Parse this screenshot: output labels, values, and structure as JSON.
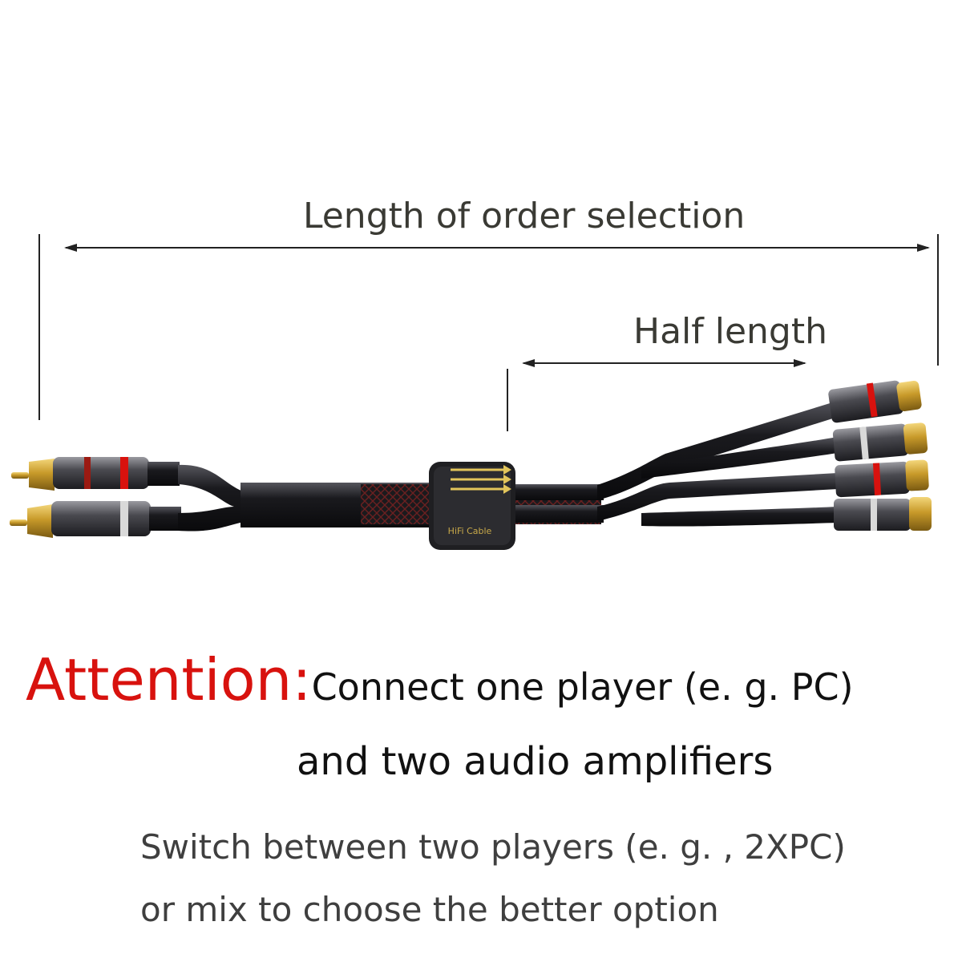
{
  "dimension_labels": {
    "full": "Length of order selection",
    "half": "Half length"
  },
  "attention": {
    "label": "Attention:",
    "text": "Connect one player (e. g. PC)",
    "line2": "and two audio amplifiers"
  },
  "notes": {
    "line1": "Switch between two players (e. g. , 2XPC)",
    "line2": "or mix to choose the better option"
  },
  "product": {
    "badge_text": "HiFi Cable",
    "description": "Y-splitter RCA audio cable: 2 male RCA plugs to 4 female RCA jacks",
    "colors": {
      "gold": "#c89a2a",
      "red_ring": "#d8120e",
      "cable": "#151518"
    }
  }
}
